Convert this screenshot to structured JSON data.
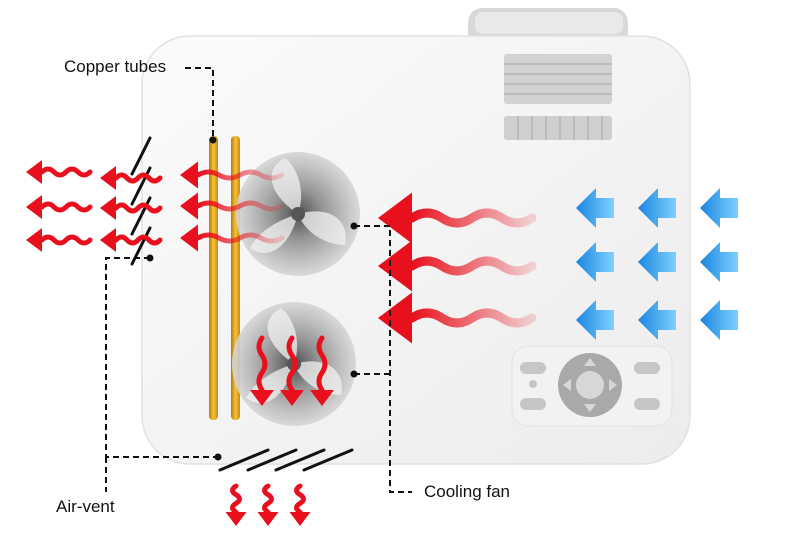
{
  "labels": {
    "copper_tubes": "Copper tubes",
    "cooling_fan": "Cooling fan",
    "air_vent": "Air-vent"
  },
  "colors": {
    "hot_air": "#e8101c",
    "cool_air": "#1f9be8",
    "copper": "#e6a416",
    "body": "#f7f7f7",
    "leader_line": "#111111"
  },
  "icons": {
    "hot_arrow": "wavy-red-arrow-icon",
    "cool_arrow": "blue-chevron-arrow-icon",
    "fan": "fan-icon"
  }
}
